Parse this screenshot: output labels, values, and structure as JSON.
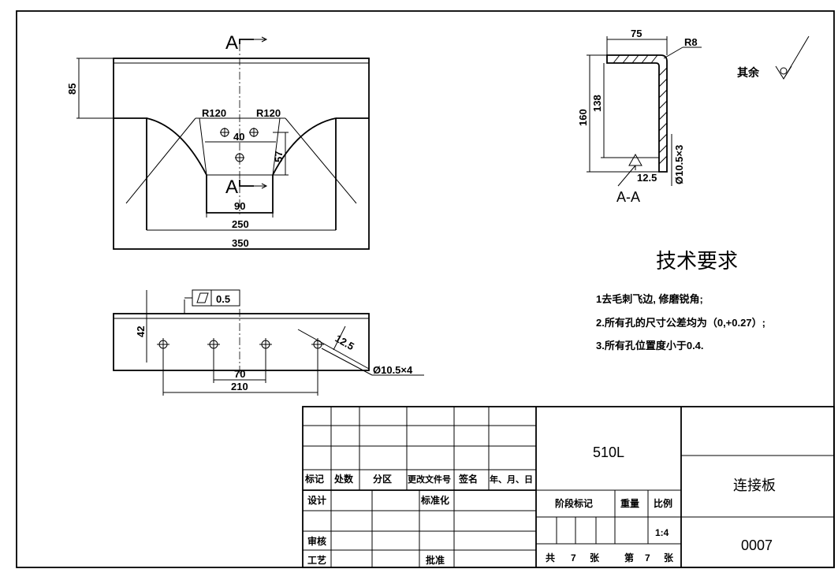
{
  "section_label_top": "A",
  "section_label_bottom": "A",
  "front_view": {
    "dims": {
      "d85": "85",
      "r120_left": "R120",
      "r120_right": "R120",
      "d40": "40",
      "d57": "57",
      "d90": "90",
      "d250": "250",
      "d350": "350"
    }
  },
  "section_view": {
    "title": "A-A",
    "dims": {
      "d75": "75",
      "r8": "R8",
      "d160": "160",
      "d138": "138",
      "d12_5": "12.5",
      "hole": "Ø10.5×3"
    }
  },
  "roughness_note": "其余",
  "bottom_view": {
    "flatness_value": "0.5",
    "dims": {
      "d42": "42",
      "d12_5": "12.5",
      "d70": "70",
      "d210": "210",
      "holes": "Ø10.5×4"
    }
  },
  "tech_requirements": {
    "title": "技术要求",
    "lines": [
      "1去毛刺飞边, 修磨锐角;",
      "2.所有孔的尺寸公差均为（0,+0.27）;",
      "3.所有孔位置度小于0.4."
    ]
  },
  "title_block": {
    "headers": [
      "标记",
      "处数",
      "分区",
      "更改文件号",
      "签名",
      "年、月、日"
    ],
    "design": "设计",
    "standardization": "标准化",
    "review": "审核",
    "process": "工艺",
    "approve": "批准",
    "stage_mark": "阶段标记",
    "weight": "重量",
    "scale_label": "比例",
    "scale_value": "1:4",
    "total": "共",
    "total_n": "7",
    "sheet_unit": "张",
    "sheet": "第",
    "sheet_n": "7",
    "sheet_unit2": "张",
    "material": "510L",
    "part_name": "连接板",
    "drawing_no": "0007"
  }
}
